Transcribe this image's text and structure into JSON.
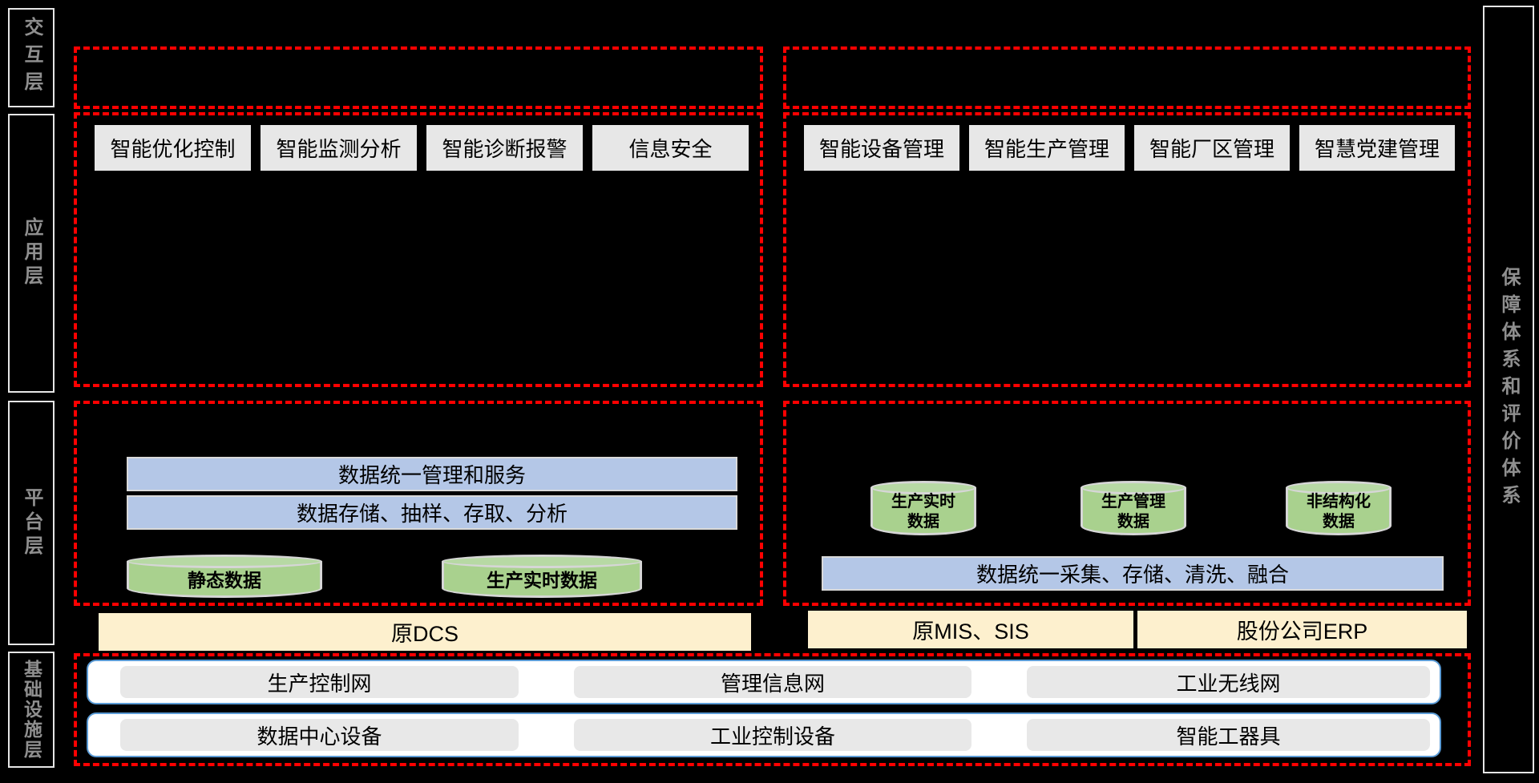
{
  "layer_labels": {
    "interaction": "交互层",
    "application": "应用层",
    "platform": "平台层",
    "infrastructure": "基础设施层"
  },
  "sidebar": {
    "label": "保障体系和评价体系"
  },
  "applications": {
    "control_group": [
      "智能优化控制",
      "智能监测分析",
      "智能诊断报警",
      "信息安全"
    ],
    "management_group": [
      "智能设备管理",
      "智能生产管理",
      "智能厂区管理",
      "智慧党建管理"
    ]
  },
  "platform": {
    "left_bars": [
      "数据统一管理和服务",
      "数据存储、抽样、存取、分析"
    ],
    "left_cylinders": [
      "静态数据",
      "生产实时数据"
    ],
    "right_cylinders": [
      {
        "line1": "生产实时",
        "line2": "数据"
      },
      {
        "line1": "生产管理",
        "line2": "数据"
      },
      {
        "line1": "非结构化",
        "line2": "数据"
      }
    ],
    "right_bar": "数据统一采集、存储、清洗、融合"
  },
  "legacy_systems": {
    "dcs": "原DCS",
    "mis_sis": "原MIS、SIS",
    "erp": "股份公司ERP"
  },
  "infrastructure": {
    "network_row": [
      "生产控制网",
      "管理信息网",
      "工业无线网"
    ],
    "device_row": [
      "数据中心设备",
      "工业控制设备",
      "智能工器具"
    ]
  },
  "colors": {
    "dashed_border": "#FF0000",
    "app_block_bg": "#E7E7E7",
    "blue_bar_bg": "#B4C7E7",
    "cylinder_bg": "#A9D18E",
    "legacy_bar_bg": "#FDF0CE",
    "infra_strip_border": "#5B9BD5",
    "layer_label_text": "#8F8F8F"
  }
}
